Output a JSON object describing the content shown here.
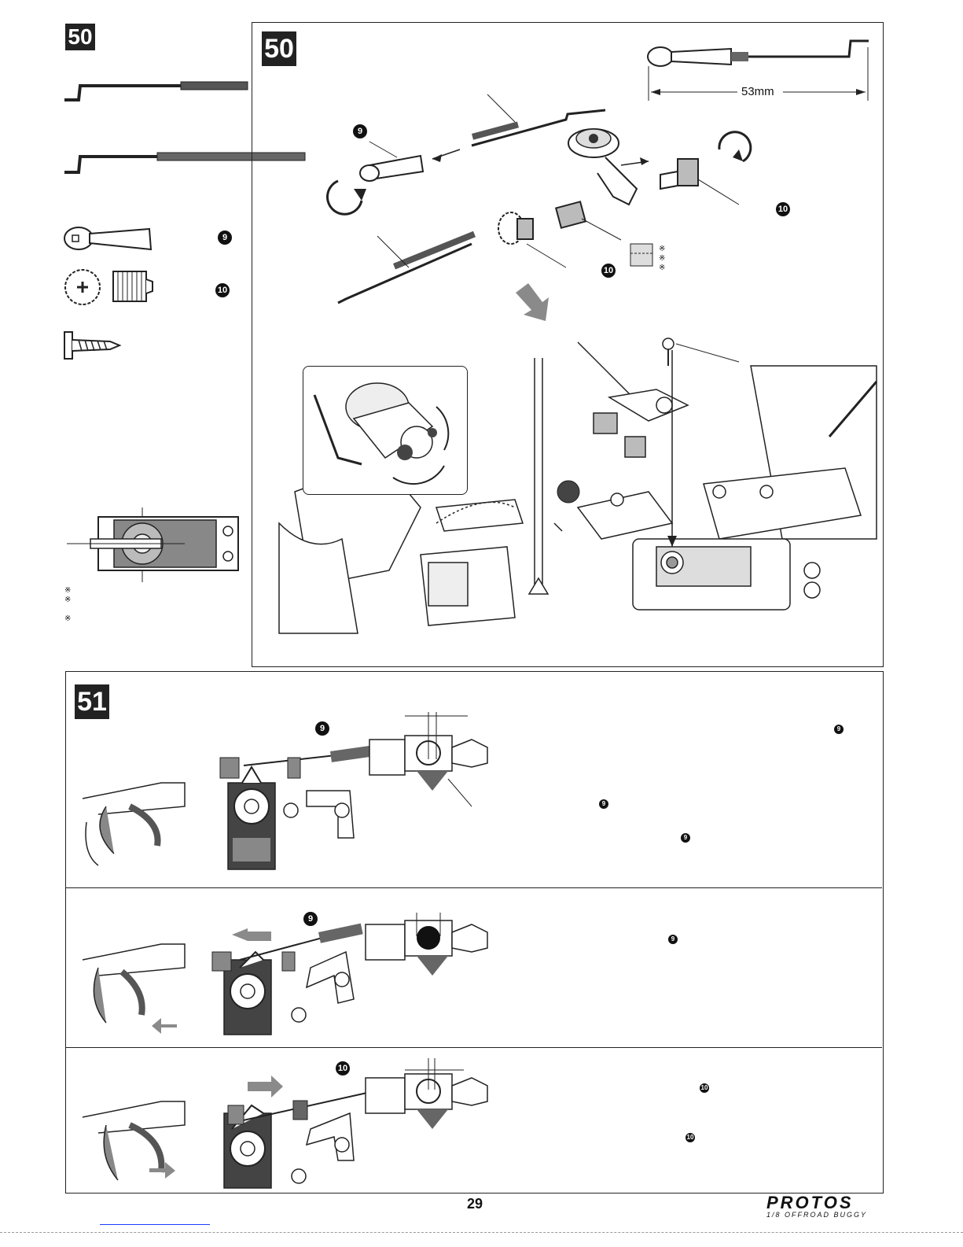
{
  "page_number": "29",
  "brand": {
    "logo_text": "PROTOS",
    "logo_subtext": "1/8 OFFROAD BUGGY"
  },
  "steps": {
    "step50_left_badge": "50",
    "step50_main_badge": "50",
    "step51_badge": "51"
  },
  "dimensions": {
    "rod_length": "53mm"
  },
  "parts": {
    "part_9": "9",
    "part_10": "10"
  },
  "notes": [
    "※",
    "※",
    "※"
  ],
  "colors": {
    "ink": "#222222",
    "arrow_gray": "#8a8a8a",
    "link_blue": "#1a3cff"
  }
}
